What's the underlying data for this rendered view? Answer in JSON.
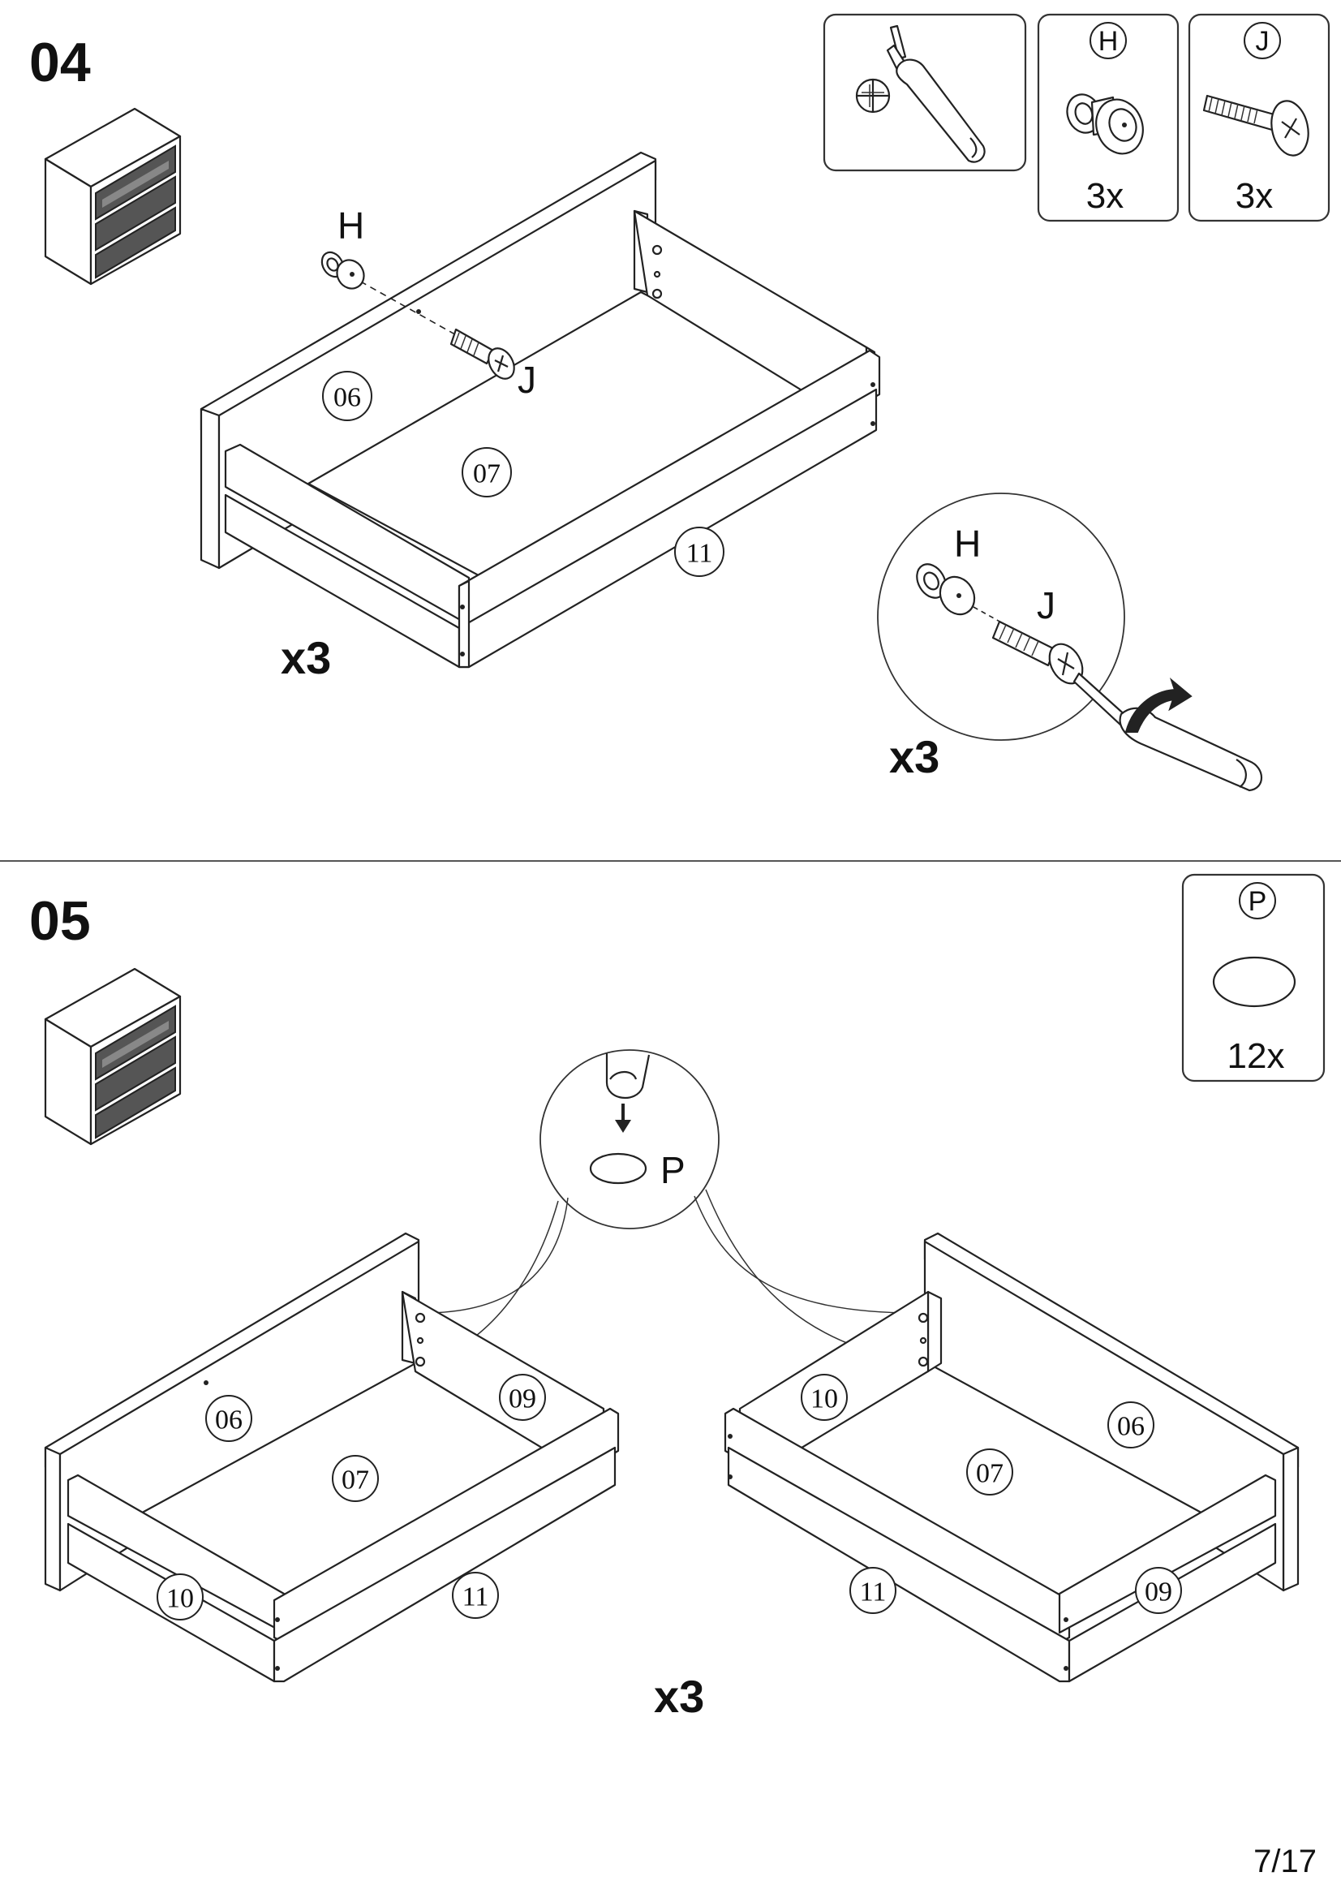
{
  "step4": {
    "number": "04",
    "parts": {
      "h": "H",
      "j": "J"
    },
    "tools": {
      "h_label": "H",
      "h_count": "3x",
      "j_label": "J",
      "j_count": "3x"
    },
    "panel_labels": {
      "p06": "06",
      "p07": "07",
      "p11": "11"
    },
    "multiplier": "x3",
    "detail": {
      "h": "H",
      "j": "J",
      "multiplier": "x3"
    }
  },
  "step5": {
    "number": "05",
    "tools": {
      "p_label": "P",
      "p_count": "12x"
    },
    "detail": {
      "p": "P"
    },
    "left_drawer": {
      "p06": "06",
      "p07": "07",
      "p09": "09",
      "p10": "10",
      "p11": "11"
    },
    "right_drawer": {
      "p06": "06",
      "p07": "07",
      "p09": "09",
      "p10": "10",
      "p11": "11"
    },
    "multiplier": "x3"
  },
  "page": "7/17"
}
